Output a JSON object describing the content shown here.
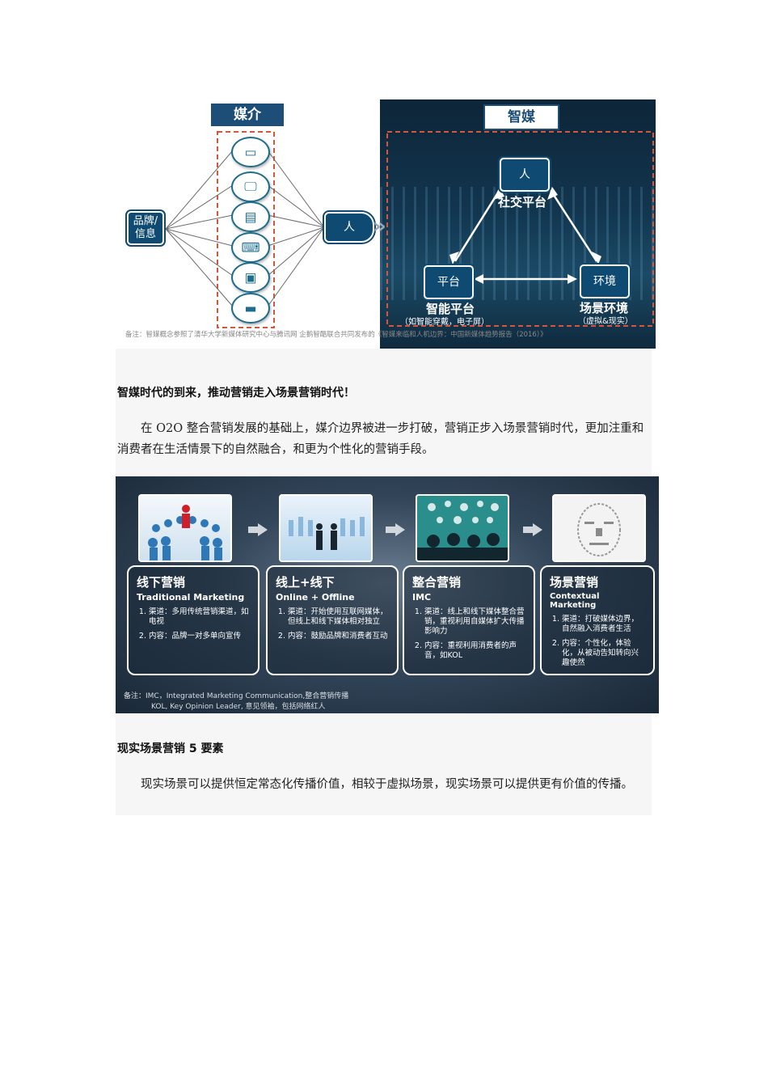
{
  "figure1": {
    "media_header": "媒介",
    "smart_header": "智媒",
    "brand_node": "品牌/\n信息",
    "person_node": "人",
    "triangle": {
      "top_node": "人",
      "top_label": "社交平台",
      "left_node": "平台",
      "left_label": "智能平台",
      "left_sub": "（如智能穿戴，电子屏）",
      "right_node": "环境",
      "right_label": "场景环境",
      "right_sub": "（虚拟&现实）"
    },
    "media_icons": [
      "billboard-icon",
      "monitor-icon",
      "newspaper-icon",
      "laptop-icon",
      "radio-icon",
      "tv-icon"
    ],
    "note": "备注：智媒概念参照了清华大学新媒体研究中心与腾讯网 企鹅智酷联合共同发布的《智媒来临和人机边界：中国新媒体趋势报告（2016）》",
    "colors": {
      "navy": "#0e4a72",
      "dashed": "#d9553a",
      "header_bg": "#1d4e78"
    }
  },
  "heading1": "智媒时代的到来，推动营销走入场景营销时代！",
  "para1": "在 O2O 整合营销发展的基础上，媒介边界被进一步打破，营销正步入场景营销时代，更加注重和消费者在生活情景下的自然融合，和更为个性化的营销手段。",
  "figure2": {
    "cards": [
      {
        "title": "线下营销",
        "subtitle": "Traditional Marketing",
        "items": [
          "渠道：多用传统营销渠道，如电视",
          "内容：品牌一对多单向宣传"
        ]
      },
      {
        "title": "线上+线下",
        "subtitle": "Online + Offline",
        "items": [
          "渠道：开始使用互联网媒体，但线上和线下媒体相对独立",
          "内容：鼓励品牌和消费者互动"
        ]
      },
      {
        "title": "整合营销",
        "subtitle": "IMC",
        "items": [
          "渠道：线上和线下媒体整合营销，重视利用自媒体扩大传播影响力",
          "内容：重视利用消费者的声音，如KOL"
        ]
      },
      {
        "title": "场景营销",
        "subtitle": "Contextual Marketing",
        "items": [
          "渠道：打破媒体边界，自然融入消费者生活",
          "内容：个性化，体验化，从被动告知转向兴趣使然"
        ]
      }
    ],
    "note_line1": "备注：IMC，Integrated Marketing Communication,整合营销传播",
    "note_line2": "KOL, Key Opinion Leader, 意见领袖，包括网络红人"
  },
  "heading2": "现实场景营销 5 要素",
  "para2": "现实场景可以提供恒定常态化传播价值，相较于虚拟场景，现实场景可以提供更有价值的传播。"
}
